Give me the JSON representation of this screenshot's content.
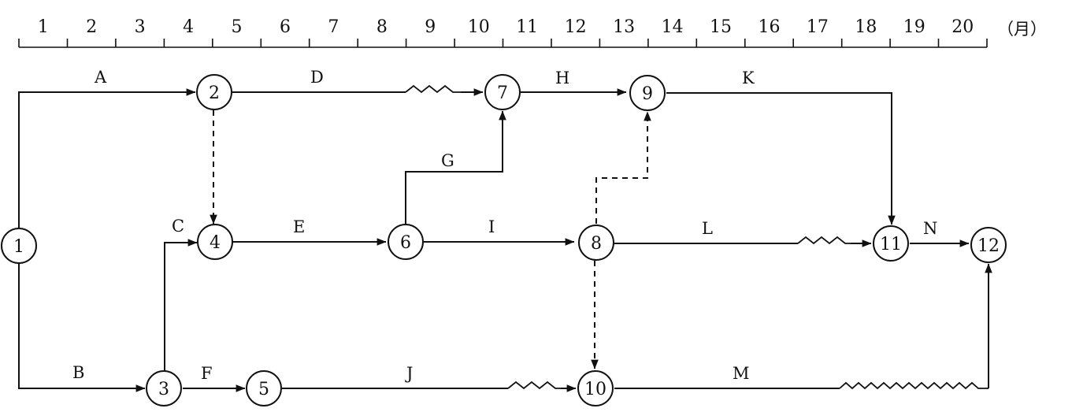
{
  "timeline": {
    "months": [
      "1",
      "2",
      "3",
      "4",
      "5",
      "6",
      "7",
      "8",
      "9",
      "10",
      "11",
      "12",
      "13",
      "14",
      "15",
      "16",
      "17",
      "18",
      "19",
      "20"
    ],
    "unit": "（月）"
  },
  "nodes": [
    {
      "id": "1",
      "label": "1"
    },
    {
      "id": "2",
      "label": "2"
    },
    {
      "id": "3",
      "label": "3"
    },
    {
      "id": "4",
      "label": "4"
    },
    {
      "id": "5",
      "label": "5"
    },
    {
      "id": "6",
      "label": "6"
    },
    {
      "id": "7",
      "label": "7"
    },
    {
      "id": "8",
      "label": "8"
    },
    {
      "id": "9",
      "label": "9"
    },
    {
      "id": "10",
      "label": "10"
    },
    {
      "id": "11",
      "label": "11"
    },
    {
      "id": "12",
      "label": "12"
    }
  ],
  "activities": [
    {
      "label": "A",
      "from": "1",
      "to": "2",
      "line": "solid"
    },
    {
      "label": "B",
      "from": "1",
      "to": "3",
      "line": "solid"
    },
    {
      "label": "C",
      "from": "3",
      "to": "4",
      "line": "solid"
    },
    {
      "label": "D",
      "from": "2",
      "to": "7",
      "line": "solid",
      "free_float": true
    },
    {
      "label": "E",
      "from": "4",
      "to": "6",
      "line": "solid"
    },
    {
      "label": "F",
      "from": "3",
      "to": "5",
      "line": "solid"
    },
    {
      "label": "G",
      "from": "6",
      "to": "7",
      "line": "solid"
    },
    {
      "label": "H",
      "from": "7",
      "to": "9",
      "line": "solid"
    },
    {
      "label": "I",
      "from": "6",
      "to": "8",
      "line": "solid"
    },
    {
      "label": "J",
      "from": "5",
      "to": "10",
      "line": "solid",
      "free_float": true
    },
    {
      "label": "K",
      "from": "9",
      "to": "11",
      "line": "solid"
    },
    {
      "label": "L",
      "from": "8",
      "to": "11",
      "line": "solid",
      "free_float": true
    },
    {
      "label": "M",
      "from": "10",
      "to": "12",
      "line": "solid",
      "free_float": true
    },
    {
      "label": "N",
      "from": "11",
      "to": "12",
      "line": "solid"
    }
  ],
  "dummy_activities": [
    {
      "from": "2",
      "to": "4",
      "line": "dashed"
    },
    {
      "from": "8",
      "to": "9",
      "line": "dashed"
    },
    {
      "from": "8",
      "to": "10",
      "line": "dashed"
    }
  ]
}
